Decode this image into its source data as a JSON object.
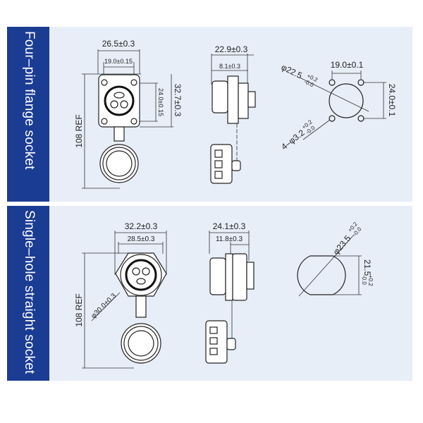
{
  "sections": [
    {
      "title": "Four–pin flange socket",
      "front": {
        "width": "26.5±0.3",
        "hole_spacing": "19.0±0.15",
        "height": "32.7±0.3",
        "hole_spacing_v": "24.0±0.15",
        "length": "108 REF"
      },
      "side": {
        "depth": "22.9±0.3",
        "flange": "8.1±0.3"
      },
      "cutout": {
        "hole_spacing": "19.0±0.1",
        "hole_spacing_v": "24.0±0.1",
        "diameter": "φ22.5",
        "diameter_tol_plus": "+0.2",
        "diameter_tol_minus": "-0.0",
        "holes": "4–φ3.2",
        "holes_tol_plus": "+0.2",
        "holes_tol_minus": "-0.0"
      }
    },
    {
      "title": "Single–hole straight socket",
      "front": {
        "width": "32.2±0.3",
        "inner_width": "28.5±0.3",
        "diameter": "φ30.0±0.3",
        "length": "108 REF"
      },
      "side": {
        "depth": "24.1±0.3",
        "flange": "11.8±0.3"
      },
      "cutout": {
        "diameter": "φ23.5",
        "diameter_tol_plus": "+0.2",
        "diameter_tol_minus": "-0.0",
        "flat": "21.5",
        "flat_tol_plus": "+0.2",
        "flat_tol_minus": "-0.0"
      }
    }
  ]
}
